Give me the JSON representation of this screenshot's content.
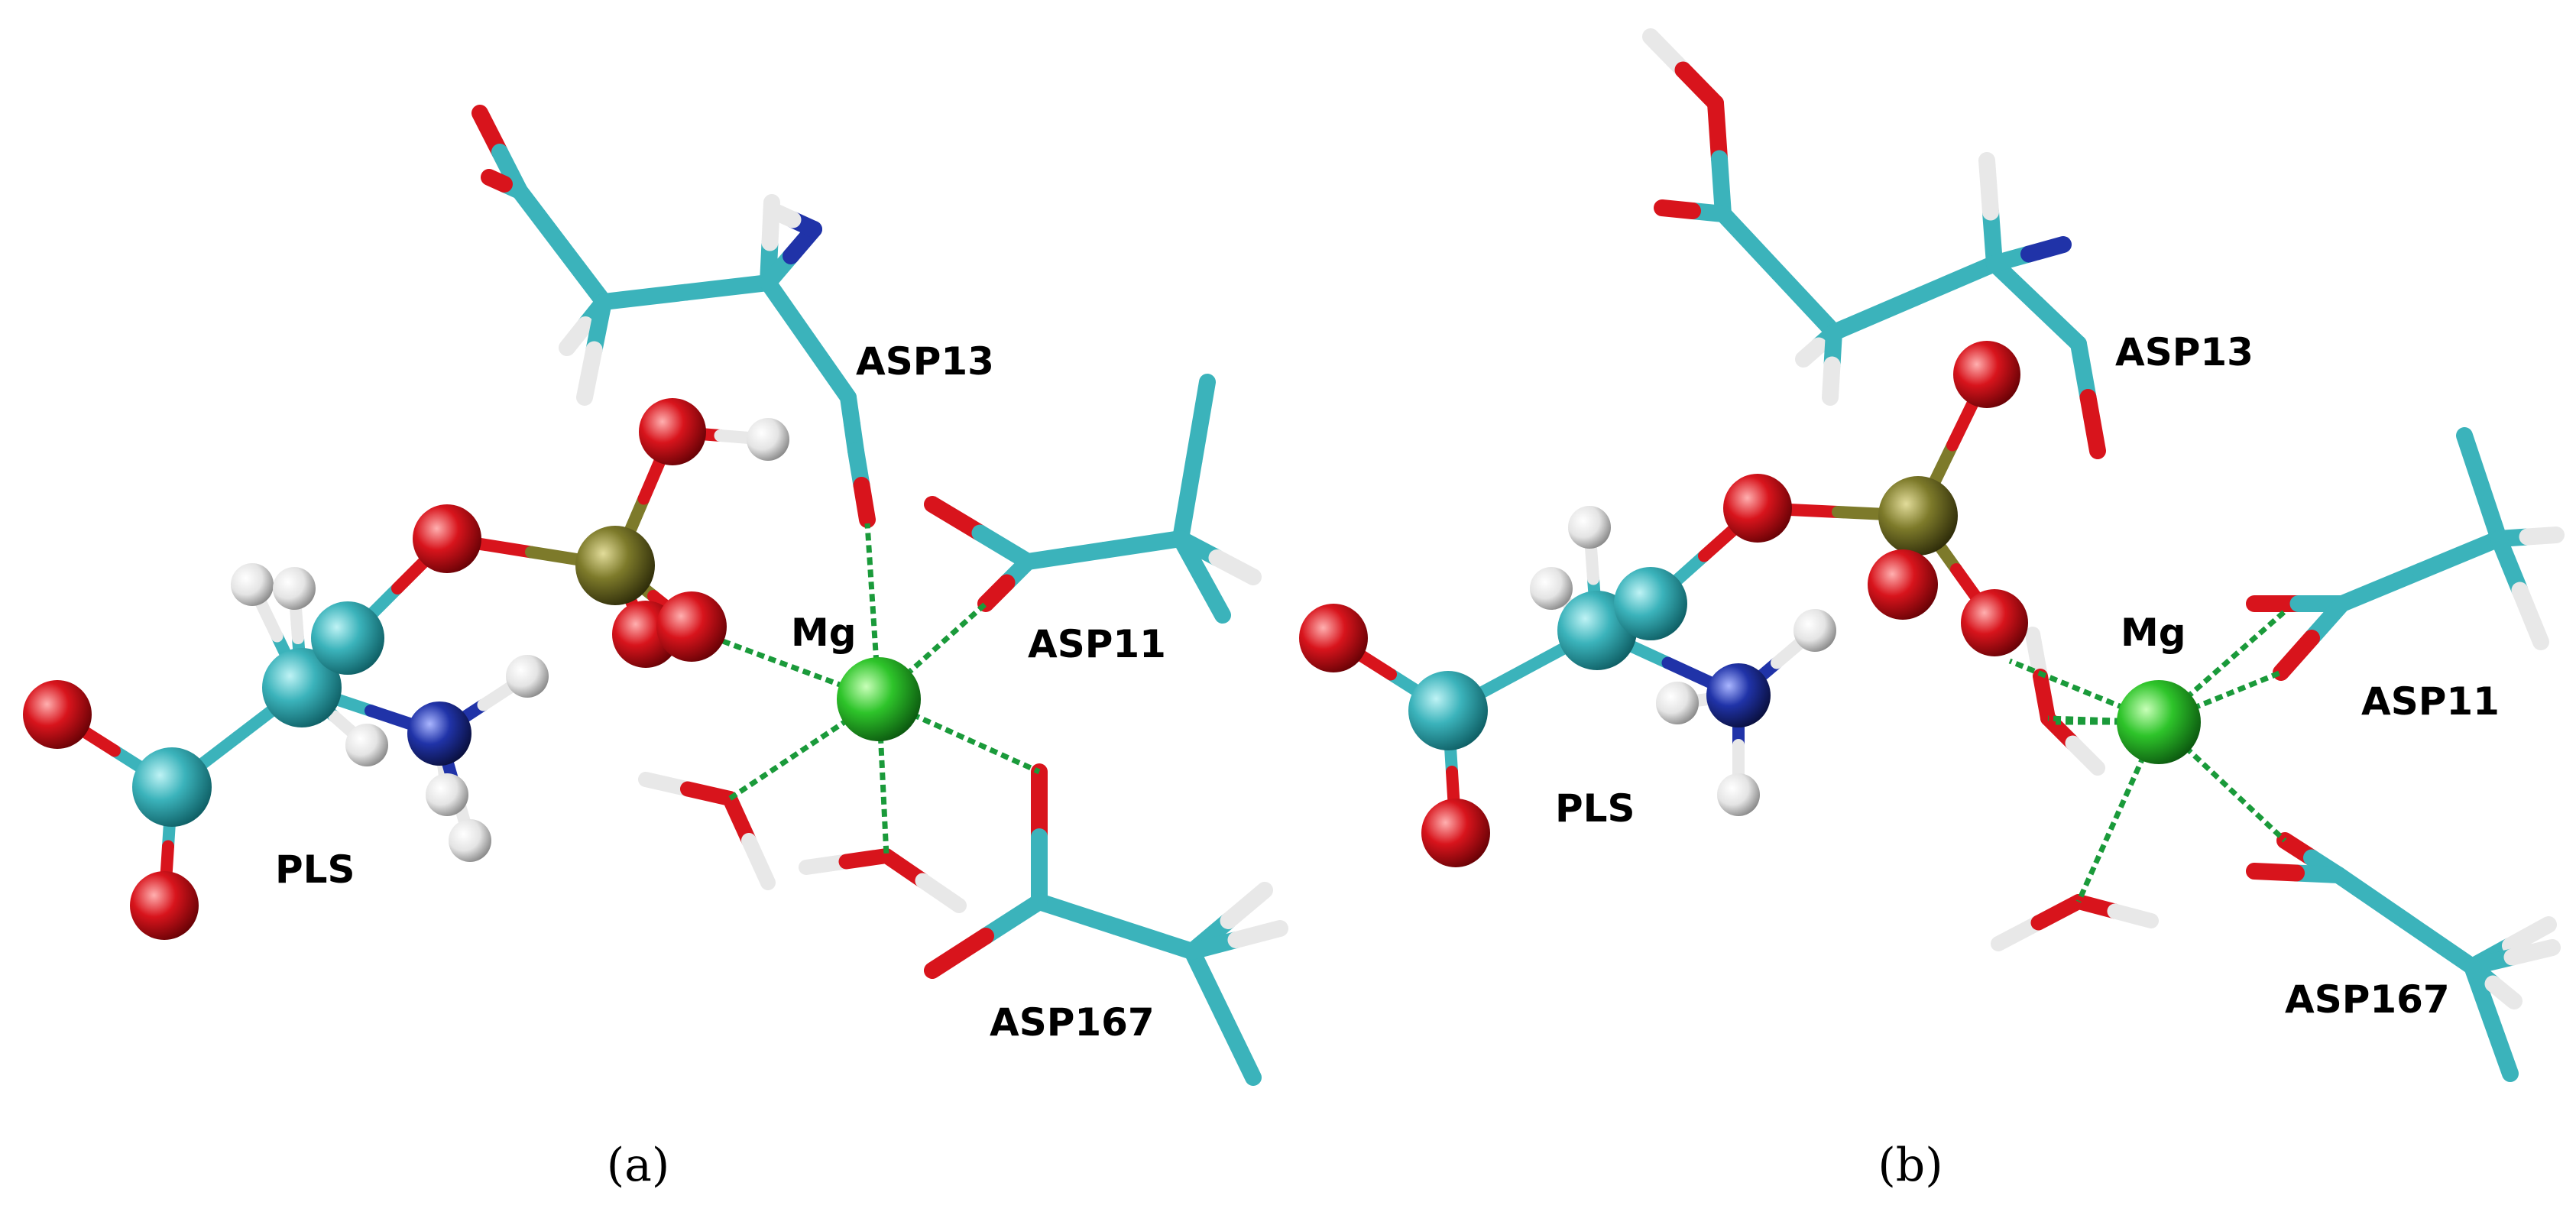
{
  "colors": {
    "carbon": "#3bb3bb",
    "oxygen": "#d8141c",
    "nitrogen": "#2033a8",
    "hydrogen": "#e8e8e8",
    "phosphorus": "#7d7a2a",
    "magnesium": "#2ec42a",
    "coordination_bond": "#1a9a3a",
    "label": "#000000"
  },
  "panel_a": {
    "caption": "(a)",
    "labels": {
      "asp13": "ASP13",
      "asp11": "ASP11",
      "asp167": "ASP167",
      "mg": "Mg",
      "pls": "PLS"
    }
  },
  "panel_b": {
    "caption": "(b)",
    "labels": {
      "asp13": "ASP13",
      "asp11": "ASP11",
      "asp167": "ASP167",
      "mg": "Mg",
      "pls": "PLS"
    }
  }
}
